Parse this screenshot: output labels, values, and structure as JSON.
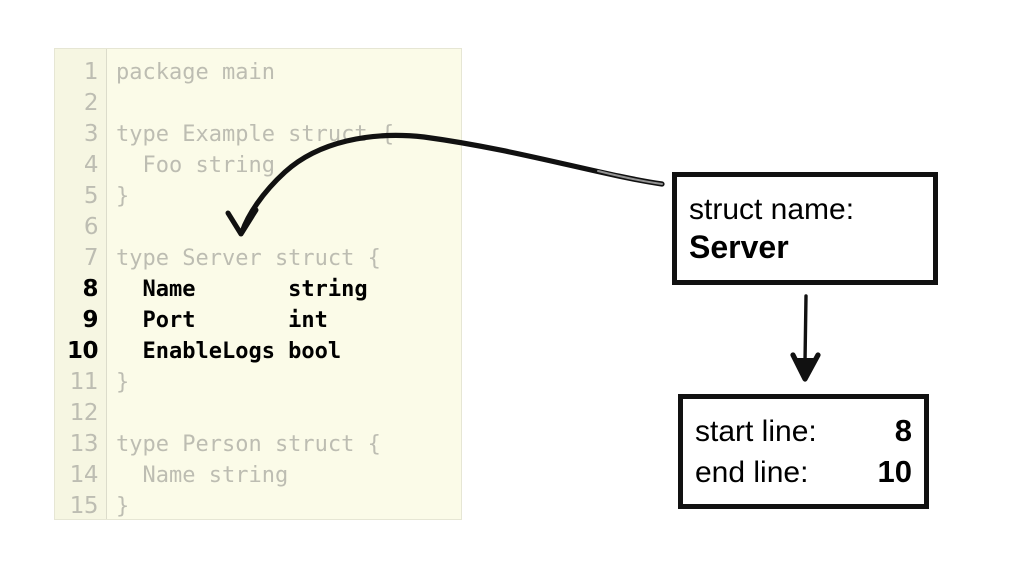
{
  "code_panel": {
    "language": "go",
    "background_color": "#fbfbe8",
    "dim_text_color": "#bdbdb2",
    "highlight_text_color": "#000000",
    "highlighted_lines": [
      8,
      9,
      10
    ],
    "lines": [
      {
        "number": "1",
        "text": "package main",
        "highlighted": false
      },
      {
        "number": "2",
        "text": "",
        "highlighted": false
      },
      {
        "number": "3",
        "text": "type Example struct {",
        "highlighted": false
      },
      {
        "number": "4",
        "text": "  Foo string",
        "highlighted": false
      },
      {
        "number": "5",
        "text": "}",
        "highlighted": false
      },
      {
        "number": "6",
        "text": "",
        "highlighted": false
      },
      {
        "number": "7",
        "text": "type Server struct {",
        "highlighted": false
      },
      {
        "number": "8",
        "text": "  Name       string",
        "highlighted": true
      },
      {
        "number": "9",
        "text": "  Port       int",
        "highlighted": true
      },
      {
        "number": "10",
        "text": "  EnableLogs bool",
        "highlighted": true
      },
      {
        "number": "11",
        "text": "}",
        "highlighted": false
      },
      {
        "number": "12",
        "text": "",
        "highlighted": false
      },
      {
        "number": "13",
        "text": "type Person struct {",
        "highlighted": false
      },
      {
        "number": "14",
        "text": "  Name string",
        "highlighted": false
      },
      {
        "number": "15",
        "text": "}",
        "highlighted": false
      }
    ]
  },
  "callouts": {
    "struct_name": {
      "label": "struct name:",
      "value": "Server"
    },
    "line_range": {
      "start": {
        "key": "start line:",
        "value": "8"
      },
      "end": {
        "key": "end line:",
        "value": "10"
      }
    }
  },
  "annotations": {
    "curved_arrow_label": "curved-arrow-to-struct-server",
    "down_arrow_label": "down-arrow-struct-to-lines",
    "ink_color": "#111111"
  }
}
